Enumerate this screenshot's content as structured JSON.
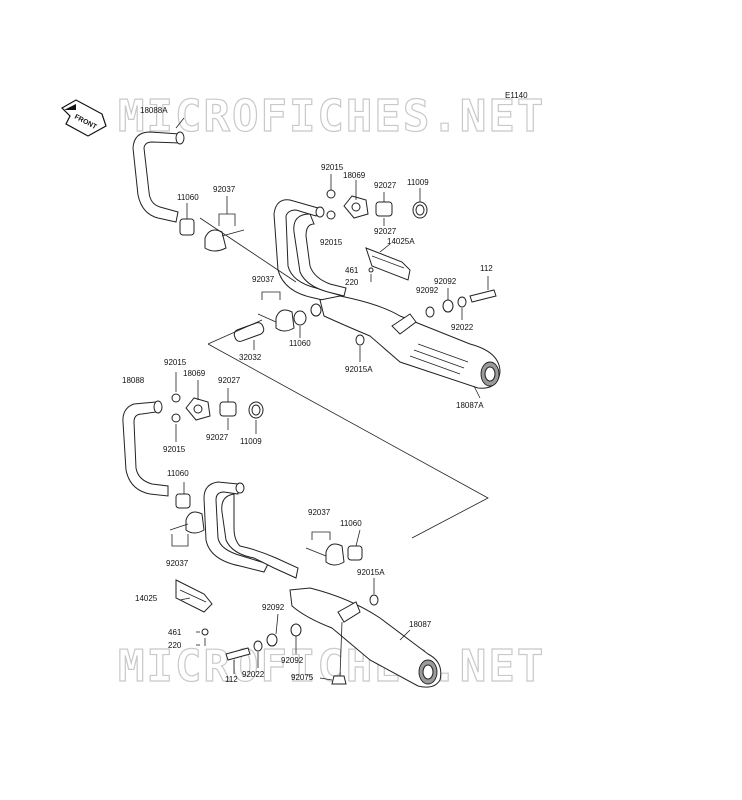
{
  "diagram_code": "E1140",
  "watermark": "MICROFICHES.NET",
  "front_arrow_label": "FRONT",
  "labels": [
    {
      "id": "18088A",
      "text": "18088A"
    },
    {
      "id": "11060_a",
      "text": "11060"
    },
    {
      "id": "92037_a",
      "text": "92037"
    },
    {
      "id": "92015_a",
      "text": "92015"
    },
    {
      "id": "18069_a",
      "text": "18069"
    },
    {
      "id": "92027_a",
      "text": "92027"
    },
    {
      "id": "11009_a",
      "text": "11009"
    },
    {
      "id": "92015_b",
      "text": "92015"
    },
    {
      "id": "92027_b",
      "text": "92027"
    },
    {
      "id": "14025A",
      "text": "14025A"
    },
    {
      "id": "461_a",
      "text": "461"
    },
    {
      "id": "220_a",
      "text": "220"
    },
    {
      "id": "112_a",
      "text": "112"
    },
    {
      "id": "92092_a",
      "text": "92092"
    },
    {
      "id": "92092_b",
      "text": "92092"
    },
    {
      "id": "92022_a",
      "text": "92022"
    },
    {
      "id": "92037_b",
      "text": "92037"
    },
    {
      "id": "32032",
      "text": "32032"
    },
    {
      "id": "11060_b",
      "text": "11060"
    },
    {
      "id": "92015A_a",
      "text": "92015A"
    },
    {
      "id": "18087A",
      "text": "18087A"
    },
    {
      "id": "92015_c",
      "text": "92015"
    },
    {
      "id": "18069_b",
      "text": "18069"
    },
    {
      "id": "92027_c",
      "text": "92027"
    },
    {
      "id": "18088",
      "text": "18088"
    },
    {
      "id": "92015_d",
      "text": "92015"
    },
    {
      "id": "92027_d",
      "text": "92027"
    },
    {
      "id": "11009_b",
      "text": "11009"
    },
    {
      "id": "11060_c",
      "text": "11060"
    },
    {
      "id": "92037_c",
      "text": "92037"
    },
    {
      "id": "92037_d",
      "text": "92037"
    },
    {
      "id": "11060_d",
      "text": "11060"
    },
    {
      "id": "92015A_b",
      "text": "92015A"
    },
    {
      "id": "14025",
      "text": "14025"
    },
    {
      "id": "92092_c",
      "text": "92092"
    },
    {
      "id": "18087",
      "text": "18087"
    },
    {
      "id": "461_b",
      "text": "461"
    },
    {
      "id": "220_b",
      "text": "220"
    },
    {
      "id": "112_b",
      "text": "112"
    },
    {
      "id": "92022_b",
      "text": "92022"
    },
    {
      "id": "92092_d",
      "text": "92092"
    },
    {
      "id": "92075",
      "text": "92075"
    }
  ]
}
